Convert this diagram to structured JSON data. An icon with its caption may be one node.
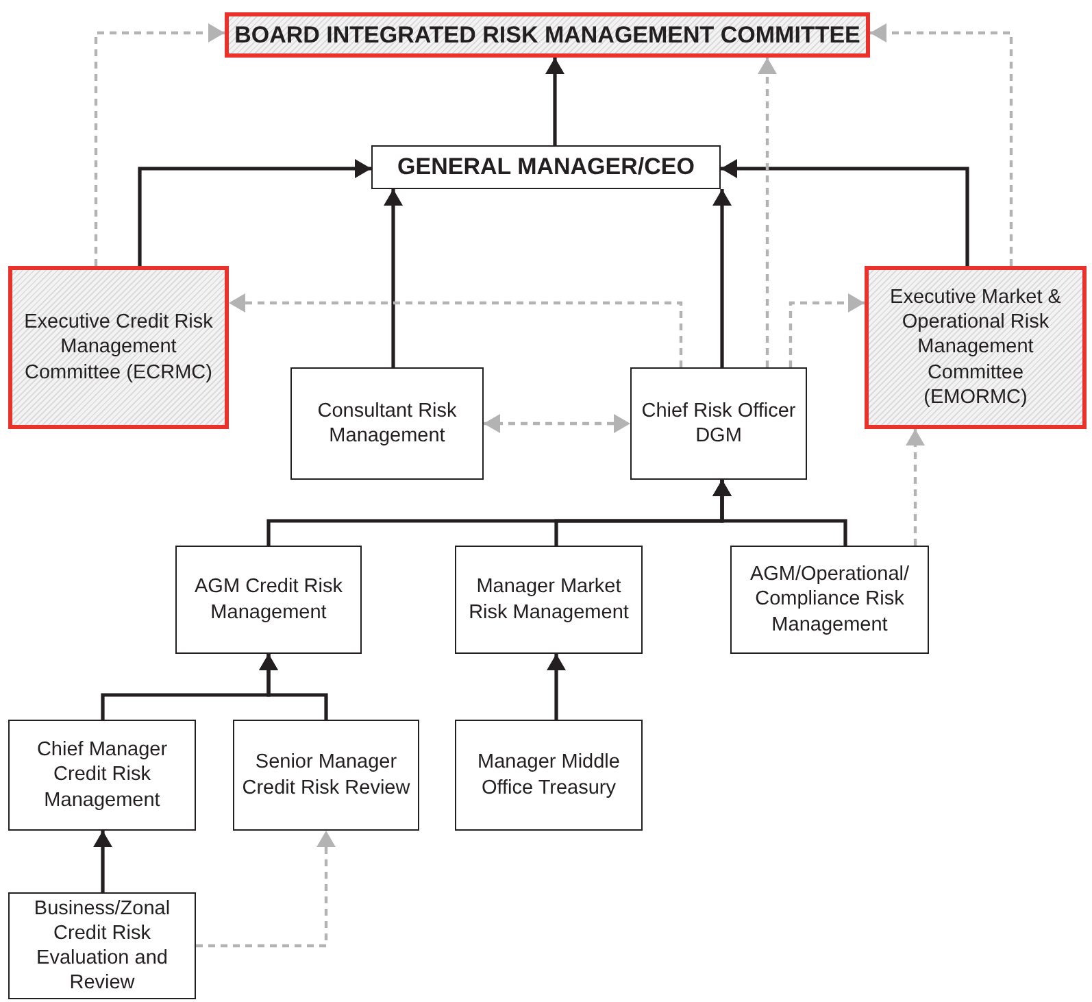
{
  "diagram": {
    "nodes": [
      {
        "text": [
          "BOARD INTEGRATED RISK MANAGEMENT COMMITTEE"
        ]
      },
      {
        "text": [
          "GENERAL MANAGER/CEO"
        ]
      },
      {
        "text": [
          "Executive Credit Risk Management Committee (ECRMC)"
        ]
      },
      {
        "text": [
          "Consultant Risk Management"
        ]
      },
      {
        "text": [
          "Chief Risk Officer DGM"
        ]
      },
      {
        "text": [
          "Executive Market & Operational Risk Management Committee (EMORMC)"
        ]
      },
      {
        "text": [
          "AGM Credit Risk Management"
        ]
      },
      {
        "text": [
          "Manager Market Risk Management"
        ]
      },
      {
        "text": [
          "AGM/Operational/ Compliance Risk Management"
        ]
      },
      {
        "text": [
          "Chief Manager Credit Risk Management"
        ]
      },
      {
        "text": [
          "Senior Manager Credit Risk Review"
        ]
      },
      {
        "text": [
          "Manager Middle Office Treasury"
        ]
      },
      {
        "text": [
          "Business/Zonal Credit Risk Evaluation and Review"
        ]
      }
    ],
    "edges": [
      {
        "from": 1,
        "to": 0,
        "arrow": "to"
      },
      {
        "from": 2,
        "to": 1,
        "arrow": "to"
      },
      {
        "from": 2,
        "to": 0,
        "arrow": "to",
        "style": "dashed",
        "color": "#b3b3b3"
      },
      {
        "from": 3,
        "to": 1,
        "arrow": "to"
      },
      {
        "from": 4,
        "to": 1,
        "arrow": "to"
      },
      {
        "from": 5,
        "to": 1,
        "arrow": "to"
      },
      {
        "from": 5,
        "to": 0,
        "arrow": "to",
        "style": "dashed",
        "color": "#b3b3b3"
      },
      {
        "from": 4,
        "to": 2,
        "arrow": "to",
        "style": "dashed",
        "color": "#b3b3b3"
      },
      {
        "from": 4,
        "to": 0,
        "arrow": "to",
        "style": "dashed",
        "color": "#b3b3b3"
      },
      {
        "from": 4,
        "to": 5,
        "arrow": "to",
        "style": "dashed",
        "color": "#b3b3b3"
      },
      {
        "from": 3,
        "to": 4,
        "arrow": "both",
        "style": "dashed",
        "color": "#b3b3b3"
      },
      {
        "from": 6,
        "to": 4,
        "arrow": "to"
      },
      {
        "from": 7,
        "to": 4,
        "arrow": "to"
      },
      {
        "from": 8,
        "to": 4,
        "arrow": "to"
      },
      {
        "from": 8,
        "to": 5,
        "arrow": "to",
        "style": "dashed",
        "color": "#b3b3b3"
      },
      {
        "from": 9,
        "to": 6,
        "arrow": "to"
      },
      {
        "from": 10,
        "to": 6,
        "arrow": "to"
      },
      {
        "from": 11,
        "to": 7,
        "arrow": "to"
      },
      {
        "from": 12,
        "to": 9,
        "arrow": "to"
      },
      {
        "from": 12,
        "to": 10,
        "arrow": "to",
        "style": "dashed",
        "color": "#b3b3b3"
      }
    ]
  }
}
